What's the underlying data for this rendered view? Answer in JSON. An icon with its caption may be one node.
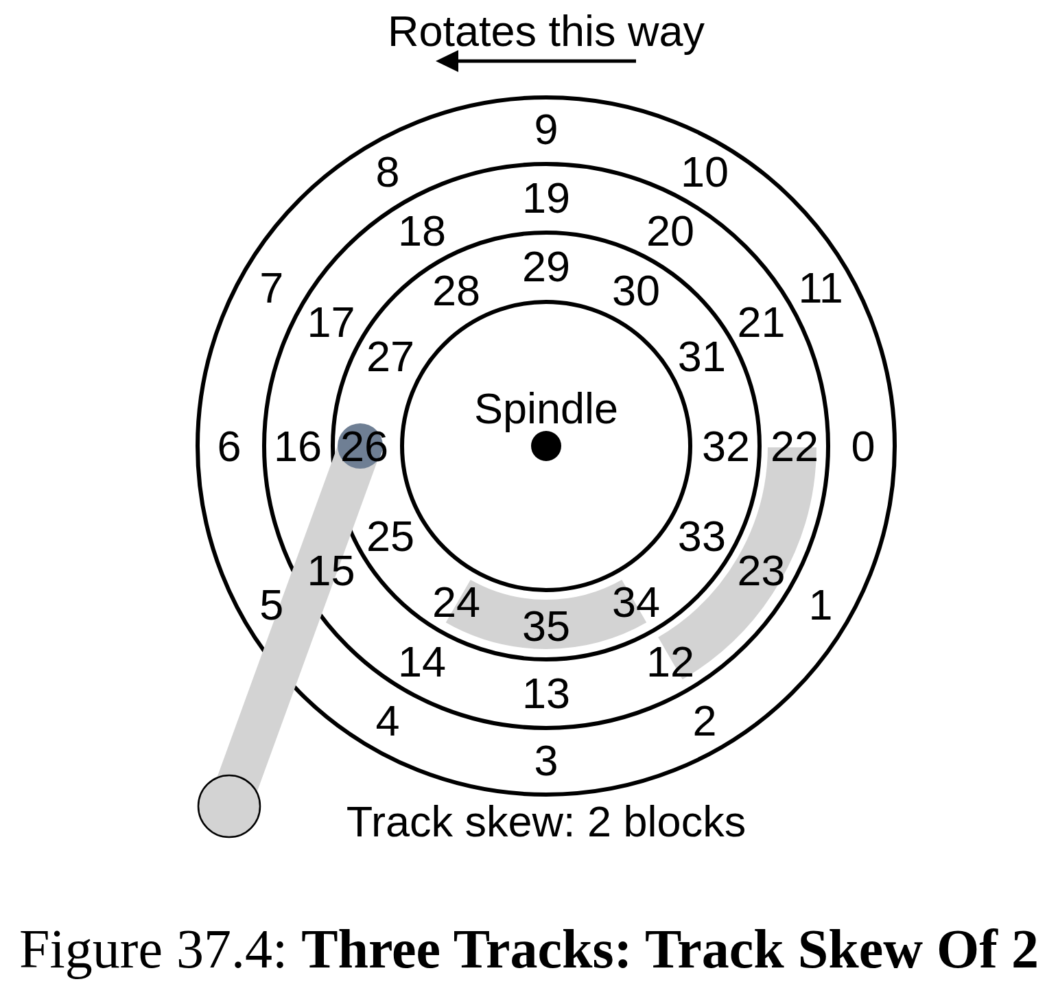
{
  "diagram": {
    "caption": "Figure 37.4: **Three Tracks: Track Skew Of 2**",
    "labels": [
      "Rotates this way",
      "9",
      "8",
      "10",
      "19",
      "18",
      "20",
      "29",
      "7",
      "28",
      "30",
      "11",
      "17",
      "21",
      "27",
      "31",
      "Spindle",
      "6",
      "16",
      "26",
      "32",
      "22",
      "0",
      "25",
      "33",
      "15",
      "23",
      "5",
      "24",
      "34",
      "1",
      "35",
      "14",
      "12",
      "13",
      "4",
      "2",
      "3",
      "Track skew: 2 blocks"
    ]
  }
}
